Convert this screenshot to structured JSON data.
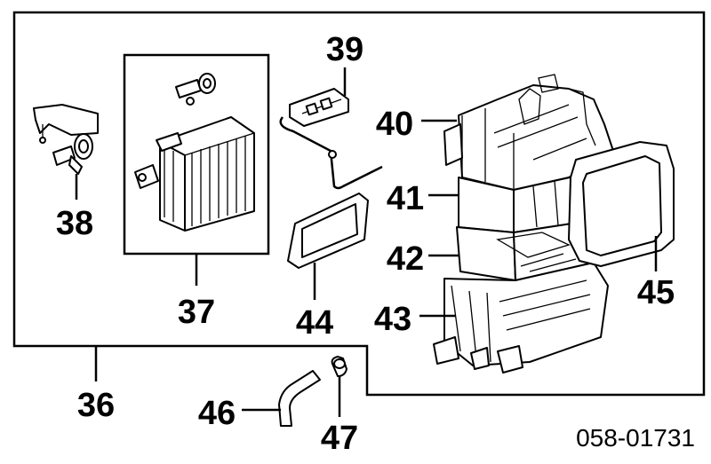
{
  "diagram": {
    "callouts": {
      "c36": "36",
      "c37": "37",
      "c38": "38",
      "c39": "39",
      "c40": "40",
      "c41": "41",
      "c42": "42",
      "c43": "43",
      "c44": "44",
      "c45": "45",
      "c46": "46",
      "c47": "47"
    },
    "diagram_code": "058-01731"
  }
}
